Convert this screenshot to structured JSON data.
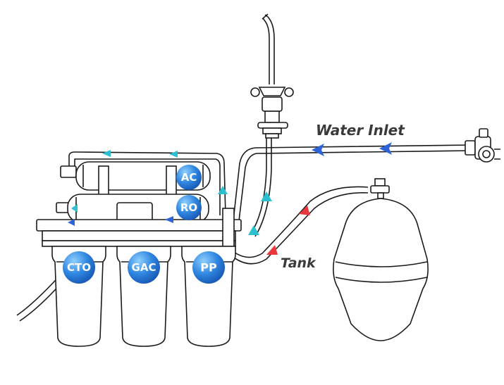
{
  "labels": {
    "water_inlet": "Water Inlet",
    "tank": "Tank"
  },
  "filters": {
    "cto": "CTO",
    "gac": "GAC",
    "pp": "PP",
    "ro": "RO",
    "ac": "AC"
  },
  "colors": {
    "badge_blue": "#2f86e0",
    "inlet_arrow": "#2e63d8",
    "pure_arrow": "#2bbfd0",
    "tank_arrow": "#e8383d",
    "outline": "#1a1a1a"
  },
  "icons": {
    "faucet": "faucet-icon",
    "inlet_valve": "inlet-valve-icon",
    "tank": "pressure-tank-icon"
  }
}
